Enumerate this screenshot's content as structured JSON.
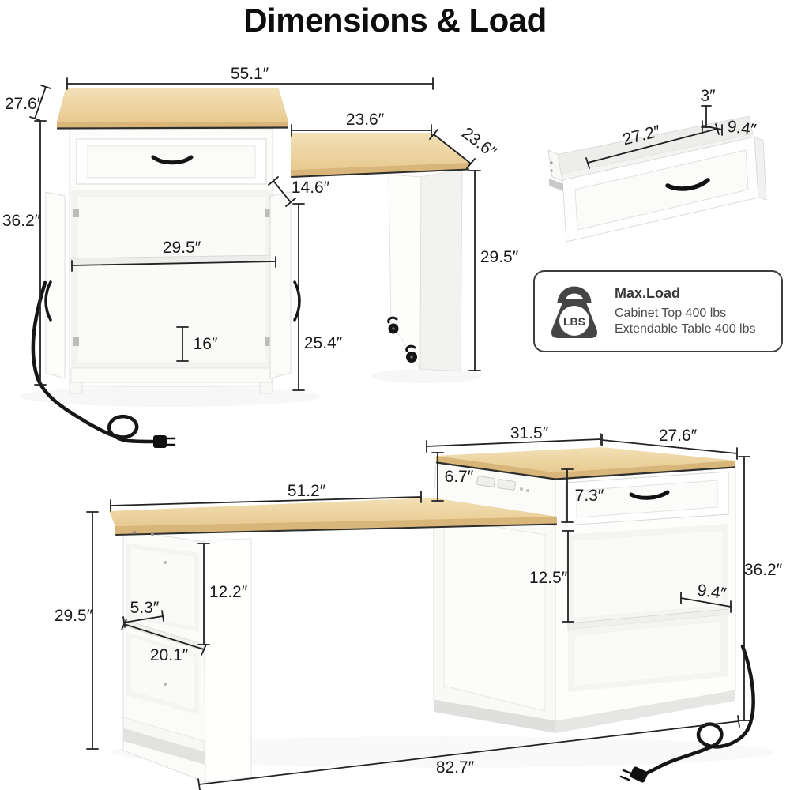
{
  "title": "Dimensions & Load",
  "colors": {
    "wood_top": "#ecd1a0",
    "wood_edge": "#d8b67a",
    "dimension_line": "#222222",
    "badge_icon": "#454545"
  },
  "icons": {
    "max_load_icon": "kettlebell-weight-icon"
  },
  "top_view": {
    "description": "cabinet with extendable table pulled out",
    "dims": {
      "total_width": "55.1″",
      "top_depth": "27.6″",
      "cabinet_height": "36.2″",
      "inner_width": "29.5″",
      "shelf_spacing": "16″",
      "inner_height": "25.4″",
      "top_gap": "14.6″",
      "table_width": "23.6″",
      "table_depth": "23.6″",
      "table_height": "29.5″"
    }
  },
  "drawer_view": {
    "description": "pulled-out drawer",
    "dims": {
      "height": "3″",
      "length": "27.2″",
      "depth": "9.4″"
    }
  },
  "max_load": {
    "title": "Max.Load",
    "icon_label": "LBS",
    "line1": "Cabinet Top 400 lbs",
    "line2": "Extendable Table 400 lbs"
  },
  "bottom_view": {
    "description": "full unit with table extended left",
    "dims": {
      "top_width": "31.5″",
      "top_depth": "27.6″",
      "riser_height": "6.7″",
      "drawer_height": "7.3″",
      "table_length": "51.2″",
      "post_height": "12.2″",
      "shelf_depth": "5.3″",
      "shelf_width": "20.1″",
      "table_height": "29.5″",
      "opening_height": "12.5″",
      "right_shelf_depth": "9.4″",
      "cabinet_height": "36.2″",
      "total_length": "82.7″"
    }
  }
}
